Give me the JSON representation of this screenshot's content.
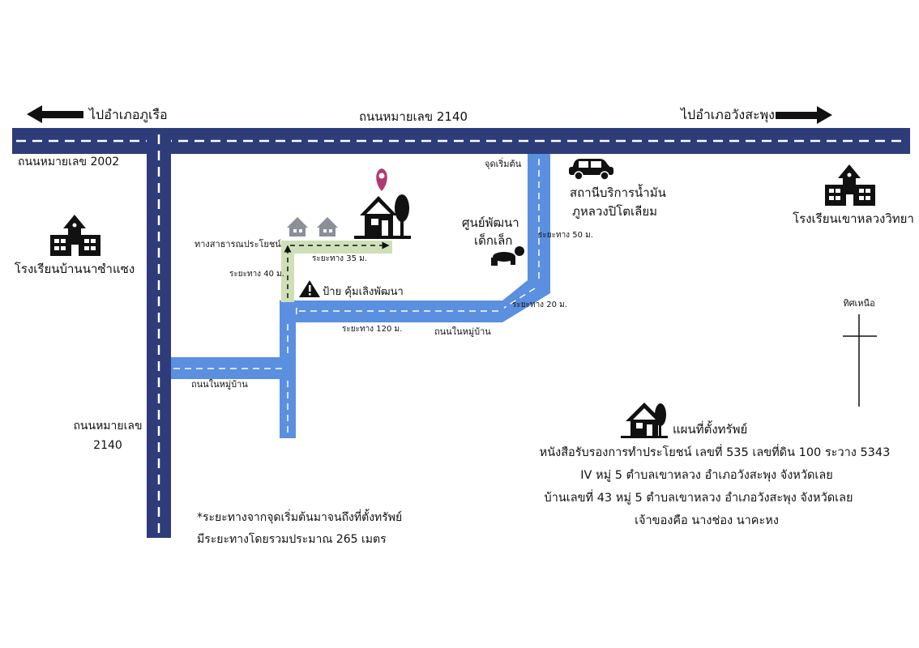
{
  "roads": {
    "main_road_top": "ถนนหมายเลข 2140",
    "main_road_left_top": "ถนนหมายเลข 2002",
    "main_road_vertical_line1": "ถนนหมายเลข",
    "main_road_vertical_line2": "2140",
    "village_road_1": "ถนนในหมู่บ้าน",
    "village_road_2": "ถนนในหมู่บ้าน",
    "public_path": "ทางสาธารณประโยชน์"
  },
  "directions": {
    "to_phu_ruea": "ไปอำเภอภูเรือ",
    "to_wang_saphung": "ไปอำเภอวังสะพุง",
    "north": "ทิศเหนือ"
  },
  "distances": {
    "d50": "ระยะทาง 50 ม.",
    "d20": "ระยะทาง 20 ม.",
    "d120": "ระยะทาง 120 ม.",
    "d40": "ระยะทาง 40 ม.",
    "d35": "ระยะทาง 35 ม."
  },
  "landmarks": {
    "start_point": "จุดเริ่มต้น",
    "gas_station_line1": "สถานีบริการน้ำมัน",
    "gas_station_line2": "ภูหลวงปิโตเลียม",
    "school_right": "โรงเรียนเขาหลวงวิทยา",
    "school_left": "โรงเรียนบ้านนาซำแซง",
    "childcare_line1": "ศูนย์พัฒนา",
    "childcare_line2": "เด็กเล็ก",
    "sign": "ป้าย คุ้มเลิงพัฒนา"
  },
  "legend": {
    "title": "แผนที่ตั้งทรัพย์",
    "line1": "หนังสือรับรองการทำประโยชน์ เลขที่ 535 เลขที่ดิน 100 ระวาง 5343",
    "line2": "IV หมู่ 5 ตำบลเขาหลวง อำเภอวังสะพุง จังหวัดเลย",
    "line3": "บ้านเลขที่ 43 หมู่ 5 ตำบลเขาหลวง อำเภอวังสะพุง จังหวัดเลย",
    "line4": "เจ้าของคือ นางช่อง นาคะหง"
  },
  "note": {
    "line1": "*ระยะทางจากจุดเริ่มต้นมาจนถึงที่ตั้งทรัพย์",
    "line2": "มีระยะทางโดยรวมประมาณ 265 เมตร"
  },
  "colors": {
    "main_road": "#2e3c7a",
    "village_road": "#5b8fe0",
    "public_path": "#cfe0b8",
    "pin": "#b03a70",
    "icon": "#111111"
  }
}
